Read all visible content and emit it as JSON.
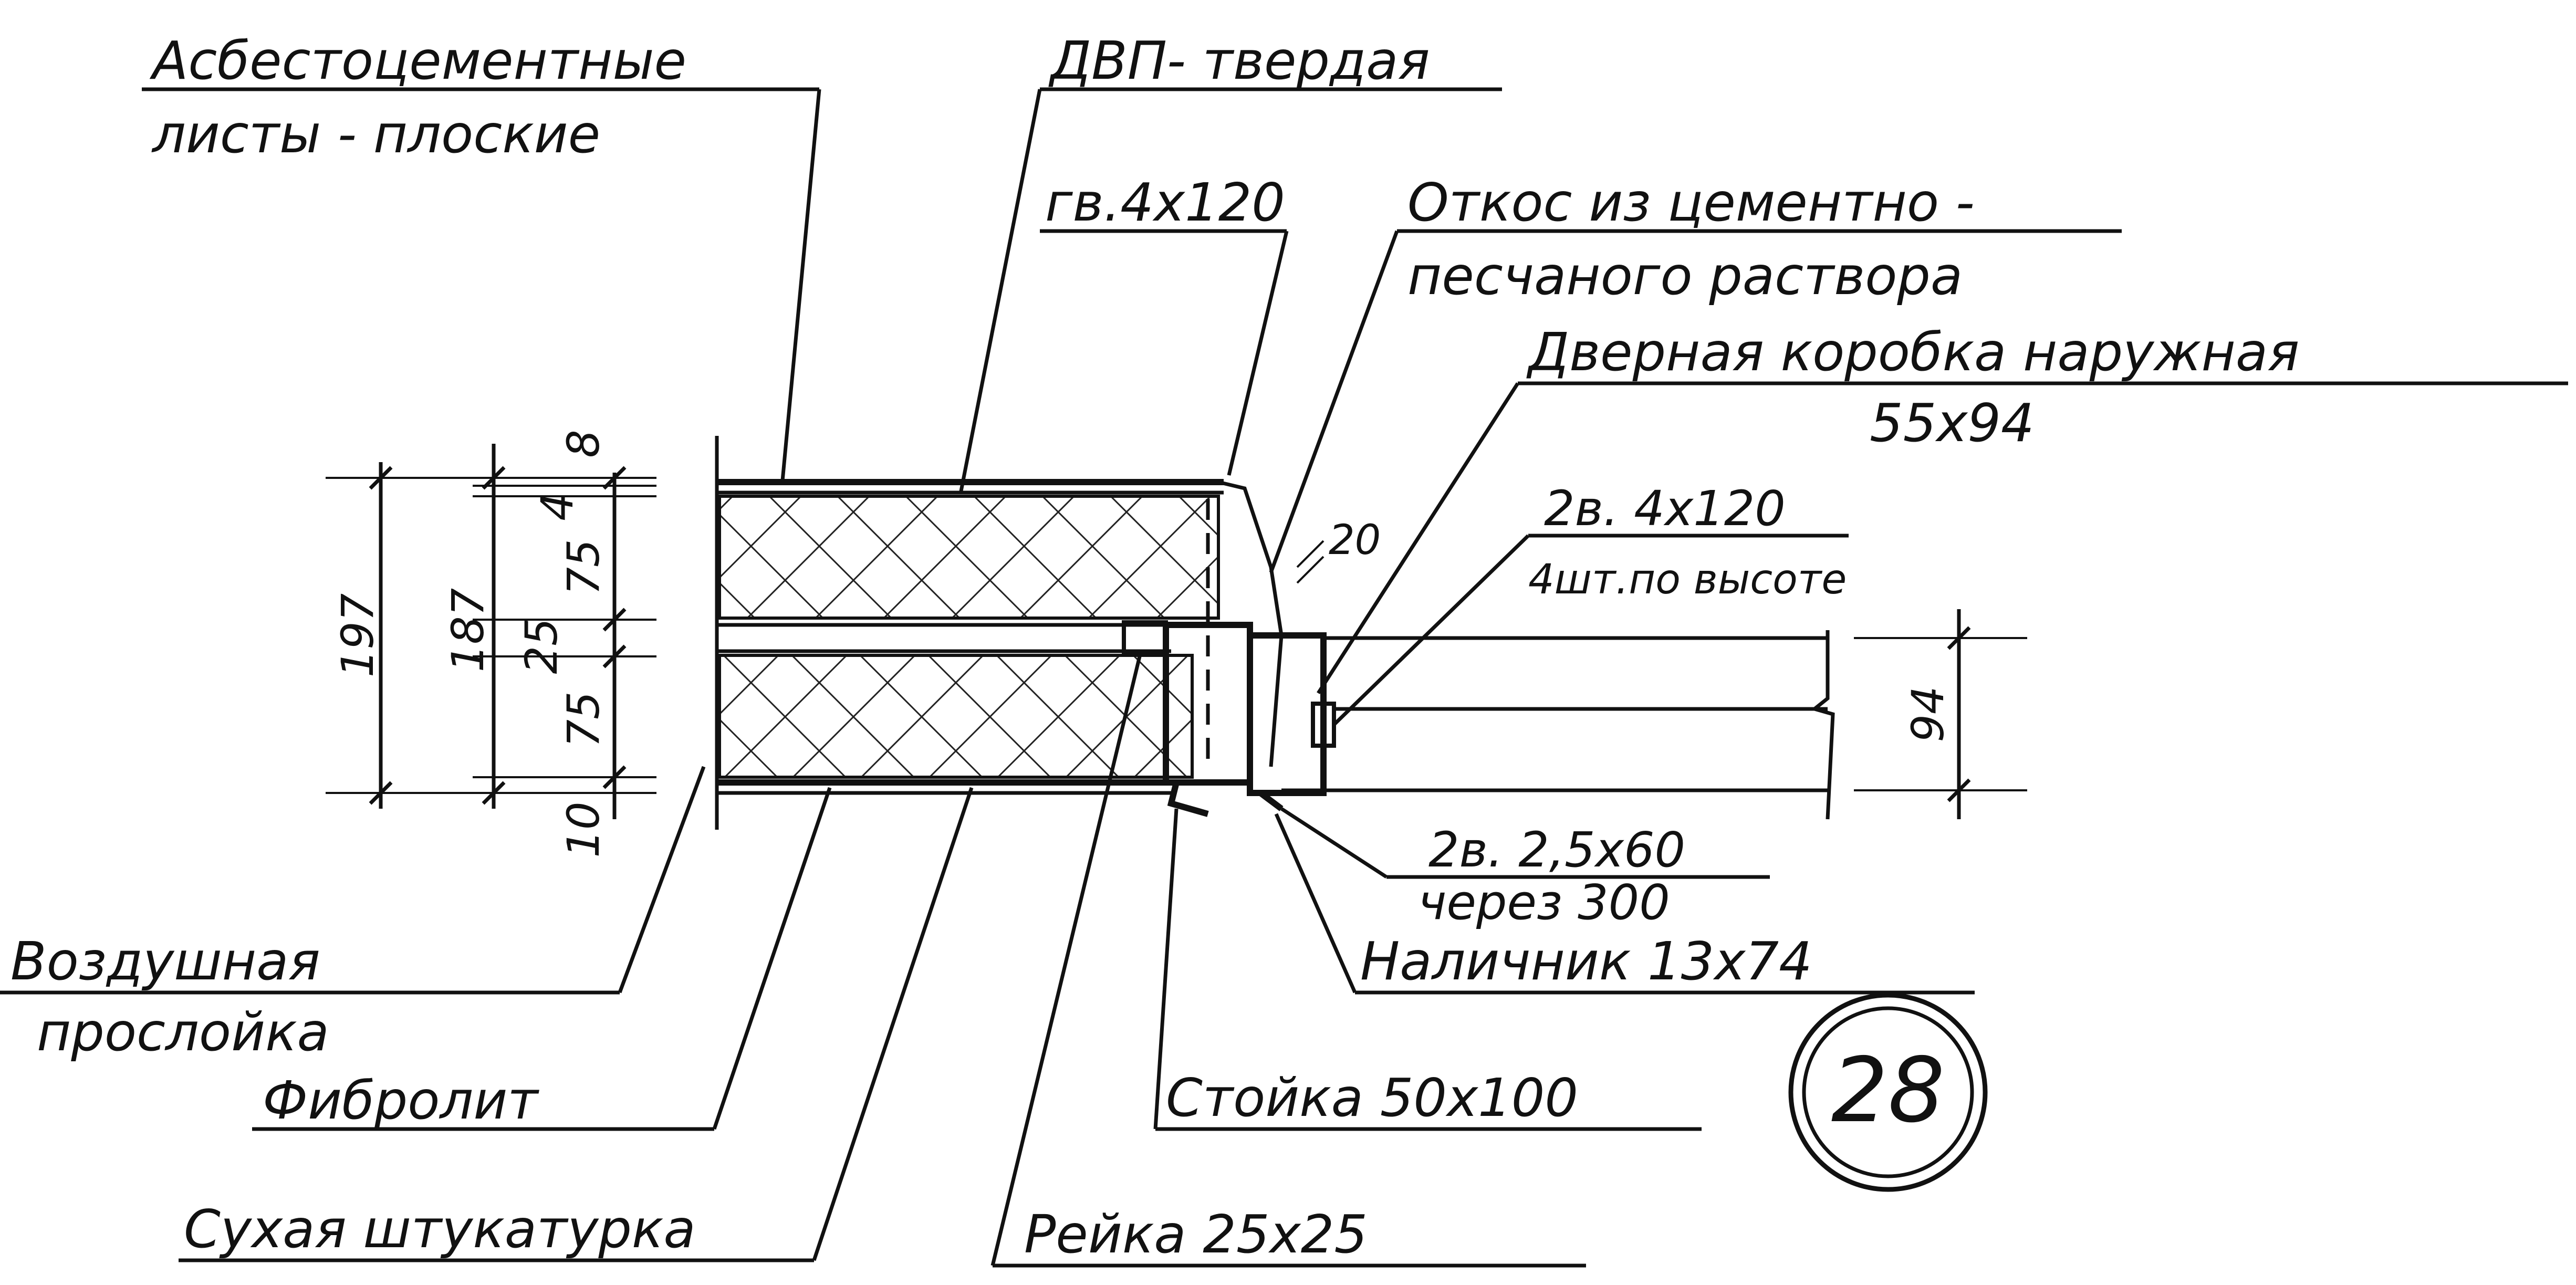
{
  "labels": {
    "asbestos_line1": "Асбестоцементные",
    "asbestos_line2": "листы - плоские",
    "dvp": "ДВП- твердая",
    "nail_top": "гв.4х120",
    "slope_line1": "Откос из цементно -",
    "slope_line2": "песчаного раствора",
    "door_frame_line1": "Дверная коробка наружная",
    "door_frame_line2": "55х94",
    "nail_right_line1": "2в. 4х120",
    "nail_right_line2": "4шт.по высоте",
    "nail_bottom_line1": "2в. 2,5х60",
    "nail_bottom_line2": "через 300",
    "casing": "Наличник 13х74",
    "air_layer_line1": "Воздушная",
    "air_layer_line2": "прослойка",
    "fibrolite": "Фибролит",
    "post": "Стойка 50х100",
    "dry_plaster": "Сухая штукатурка",
    "lath": "Рейка 25х25",
    "sheet_number": "28"
  },
  "dimensions": {
    "total": "197",
    "inner": "187",
    "gap": "25",
    "top_layer_8": "8",
    "top_layer_4": "4",
    "upper_panel": "75",
    "lower_panel": "75",
    "bottom_layer": "10",
    "door_width": "94",
    "slope": "20"
  },
  "colors": {
    "ink": "#111111",
    "paper": "#ffffff"
  }
}
